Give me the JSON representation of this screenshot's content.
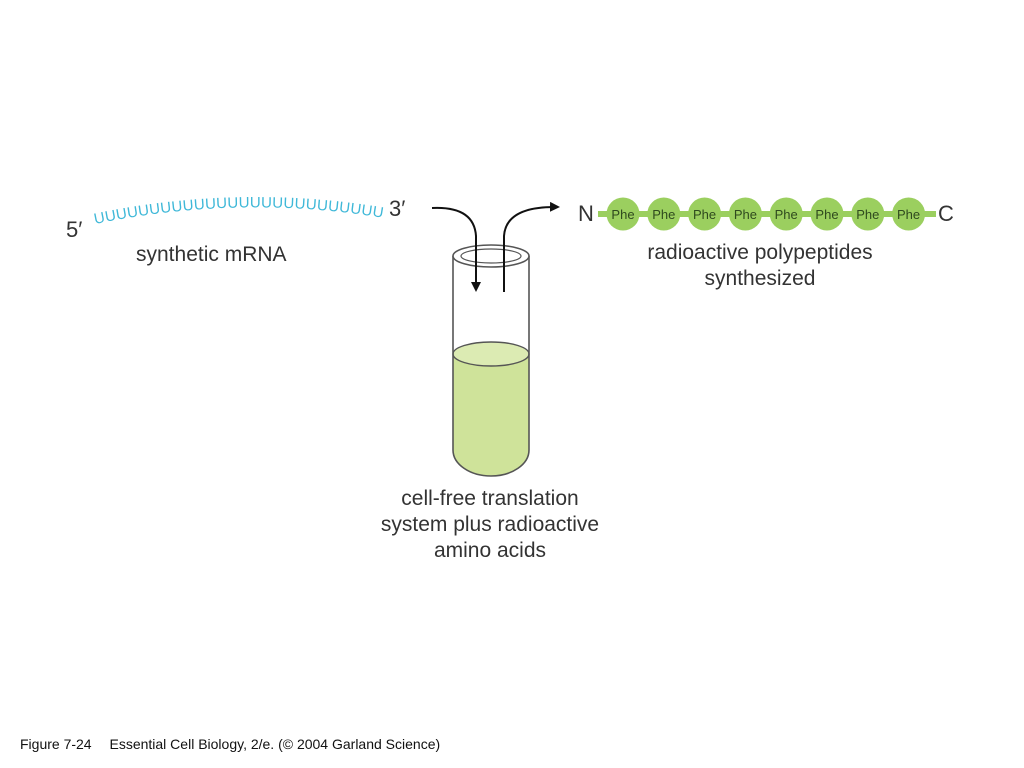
{
  "mrna": {
    "five_prime": "5′",
    "three_prime": "3′",
    "sequence": "UUUUUUUUUUUUUUUUUUUUUUUUUU",
    "label": "synthetic mRNA",
    "color": "#3fb8d8"
  },
  "tube": {
    "label_lines": [
      "cell-free translation",
      "system plus radioactive",
      "amino acids"
    ],
    "liquid_color": "#cfe39a"
  },
  "polypeptide": {
    "n_terminus": "N",
    "c_terminus": "C",
    "residues": [
      "Phe",
      "Phe",
      "Phe",
      "Phe",
      "Phe",
      "Phe",
      "Phe",
      "Phe"
    ],
    "label_lines": [
      "radioactive polypeptides",
      "synthesized"
    ],
    "bead_color": "#9bcf5f"
  },
  "caption": {
    "figure": "Figure 7-24",
    "source": "Essential Cell Biology, 2/e. (© 2004 Garland Science)"
  }
}
